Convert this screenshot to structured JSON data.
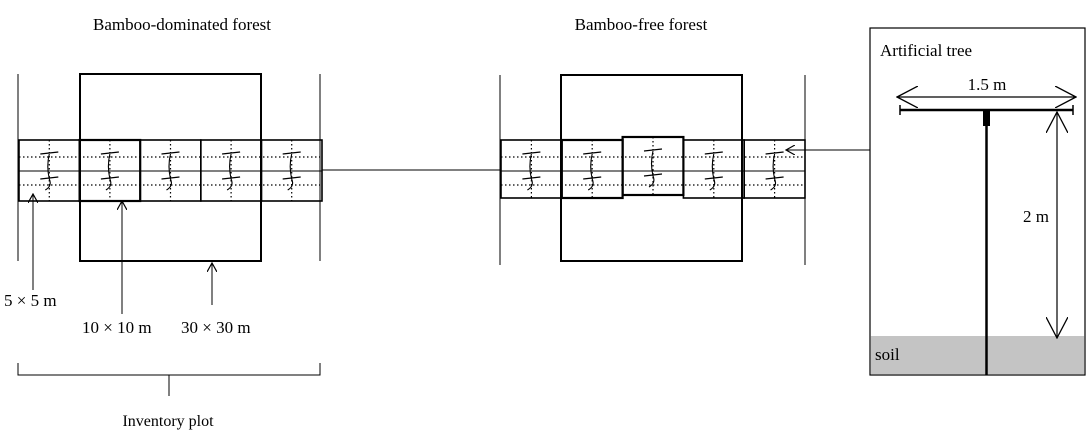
{
  "labels": {
    "bamboo_dominated": "Bamboo-dominated forest",
    "bamboo_free": "Bamboo-free forest",
    "artificial_tree": "Artificial tree",
    "width": "1.5 m",
    "height": "2 m",
    "soil": "soil",
    "plot_5": "5 × 5 m",
    "plot_10": "10 × 10 m",
    "plot_30": "30 × 30 m",
    "inventory": "Inventory plot"
  },
  "colors": {
    "soil": "#c4c4c4",
    "line": "#000000"
  }
}
